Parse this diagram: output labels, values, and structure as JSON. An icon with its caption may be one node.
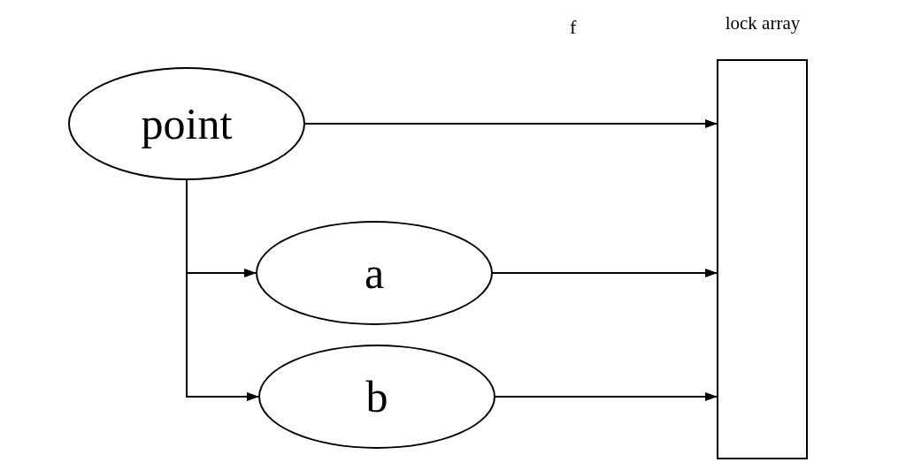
{
  "diagram": {
    "nodes": [
      {
        "text": [
          "point"
        ]
      },
      {
        "text": [
          "a"
        ]
      },
      {
        "text": [
          "b"
        ]
      },
      {
        "text": [
          "lock array"
        ]
      }
    ],
    "edges": [
      {
        "from": 0,
        "to": 3,
        "arrow": "to"
      },
      {
        "from": 0,
        "to": 1,
        "arrow": "to"
      },
      {
        "from": 0,
        "to": 2,
        "arrow": "to"
      },
      {
        "from": 1,
        "to": 3,
        "arrow": "to"
      },
      {
        "from": 2,
        "to": 3,
        "arrow": "to"
      }
    ],
    "labels": [
      "f"
    ]
  }
}
